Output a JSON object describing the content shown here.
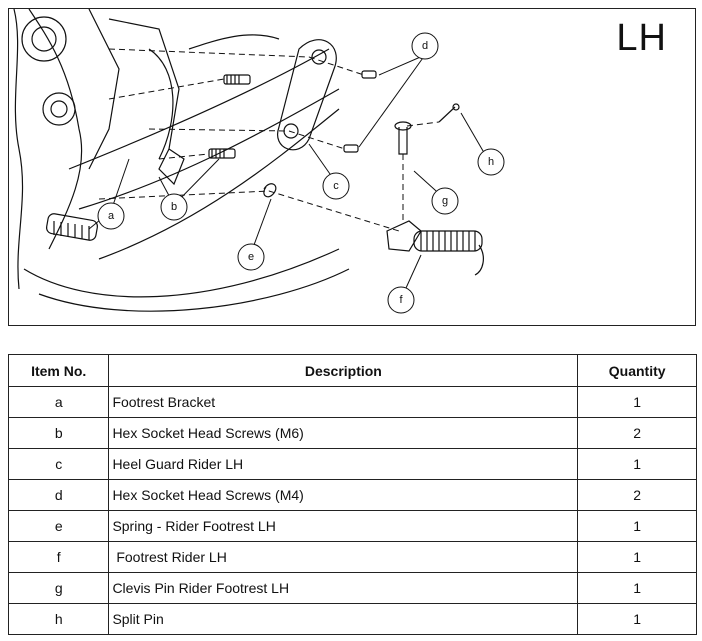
{
  "figure": {
    "side_label": "LH",
    "callouts": {
      "a": "a",
      "b": "b",
      "c": "c",
      "d": "d",
      "e": "e",
      "f": "f",
      "g": "g",
      "h": "h"
    }
  },
  "table": {
    "headers": {
      "item": "Item No.",
      "description": "Description",
      "quantity": "Quantity"
    },
    "rows": [
      {
        "item": "a",
        "description": "Footrest Bracket",
        "quantity": "1"
      },
      {
        "item": "b",
        "description": "Hex Socket Head Screws (M6)",
        "quantity": "2"
      },
      {
        "item": "c",
        "description": "Heel Guard Rider LH",
        "quantity": "1"
      },
      {
        "item": "d",
        "description": "Hex Socket Head Screws (M4)",
        "quantity": "2"
      },
      {
        "item": "e",
        "description": "Spring - Rider Footrest LH",
        "quantity": "1"
      },
      {
        "item": "f",
        "description": " Footrest Rider LH",
        "quantity": "1"
      },
      {
        "item": "g",
        "description": "Clevis Pin Rider Footrest LH",
        "quantity": "1"
      },
      {
        "item": "h",
        "description": "Split Pin",
        "quantity": "1"
      }
    ]
  }
}
